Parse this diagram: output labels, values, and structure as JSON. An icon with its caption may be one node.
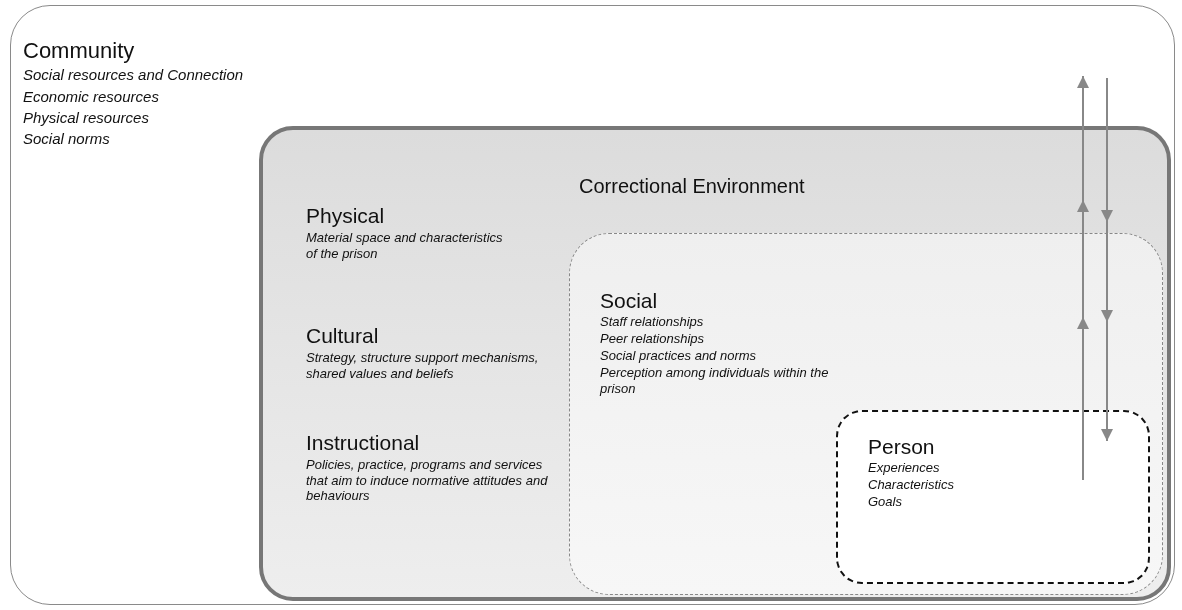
{
  "diagram": {
    "nodes": [
      {
        "text": [
          "Community",
          "Social resources and Connection",
          "Economic resources",
          "Physical resources",
          "Social norms"
        ]
      },
      {
        "text": [
          "Correctional Environment",
          "Physical",
          "Material space and characteristics of the prison",
          "Cultural",
          "Strategy, structure support mechanisms, shared values and beliefs",
          "Instructional",
          "Policies, practice, programs and services that aim to induce normative attitudes and behaviours"
        ],
        "in": 0
      },
      {
        "text": [
          "Social",
          "Staff relationships",
          "Peer relationships",
          "Social practices and norms",
          "Perception among individuals within the prison"
        ],
        "in": 1
      },
      {
        "text": [
          "Person",
          "Experiences",
          "Characteristics",
          "Goals"
        ],
        "in": 2
      }
    ]
  }
}
